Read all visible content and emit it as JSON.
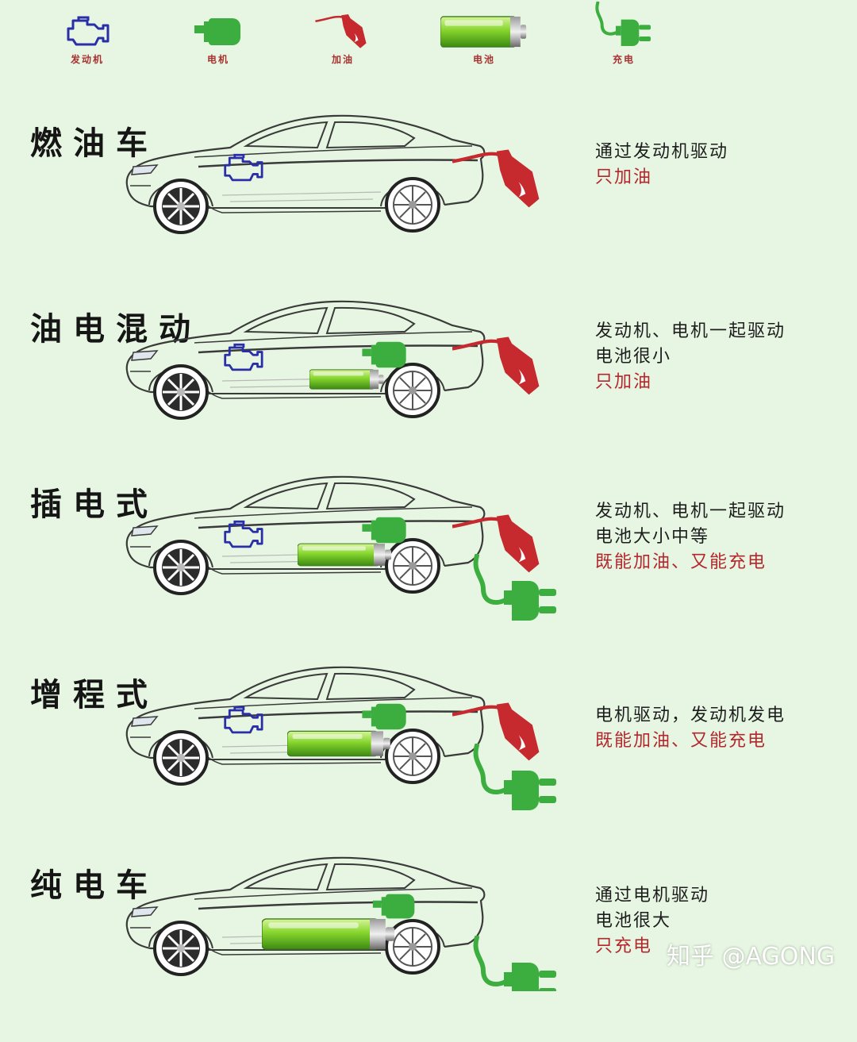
{
  "legend": {
    "engine": "发动机",
    "motor": "电机",
    "fuel": "加油",
    "battery": "电池",
    "charge": "充电"
  },
  "sections": [
    {
      "title": "燃油车",
      "lines": [
        {
          "text": "通过发动机驱动",
          "red": false
        },
        {
          "text": "只加油",
          "red": true
        }
      ],
      "components": {
        "engine": true,
        "motor": false,
        "battery": "none",
        "fuel": true,
        "plug": false
      }
    },
    {
      "title": "油电混动",
      "lines": [
        {
          "text": "发动机、电机一起驱动",
          "red": false
        },
        {
          "text": "电池很小",
          "red": false
        },
        {
          "text": "只加油",
          "red": true
        }
      ],
      "components": {
        "engine": true,
        "motor": true,
        "battery": "small",
        "fuel": true,
        "plug": false
      }
    },
    {
      "title": "插电式",
      "lines": [
        {
          "text": "发动机、电机一起驱动",
          "red": false
        },
        {
          "text": "电池大小中等",
          "red": false
        },
        {
          "text": "既能加油、又能充电",
          "red": true
        }
      ],
      "components": {
        "engine": true,
        "motor": true,
        "battery": "medium",
        "fuel": true,
        "plug": true
      }
    },
    {
      "title": "增程式",
      "lines": [
        {
          "text": "电机驱动，发动机发电",
          "red": false
        },
        {
          "text": "既能加油、又能充电",
          "red": true
        }
      ],
      "components": {
        "engine": true,
        "motor": true,
        "battery": "medium",
        "fuel": true,
        "plug": true
      }
    },
    {
      "title": "纯电车",
      "lines": [
        {
          "text": "通过电机驱动",
          "red": false
        },
        {
          "text": "电池很大",
          "red": false
        },
        {
          "text": "只充电",
          "red": true
        }
      ],
      "components": {
        "engine": false,
        "motor": true,
        "battery": "large",
        "fuel": false,
        "plug": true
      }
    }
  ],
  "watermark": "知乎 @AGONG",
  "colors": {
    "background": "#e7f6e2",
    "engine": "#2a2fa8",
    "motor": "#3cae3f",
    "fuel": "#c62a2f",
    "battery": "#7ccf2a",
    "text": "#1d1d1d",
    "highlight": "#b3272d"
  }
}
